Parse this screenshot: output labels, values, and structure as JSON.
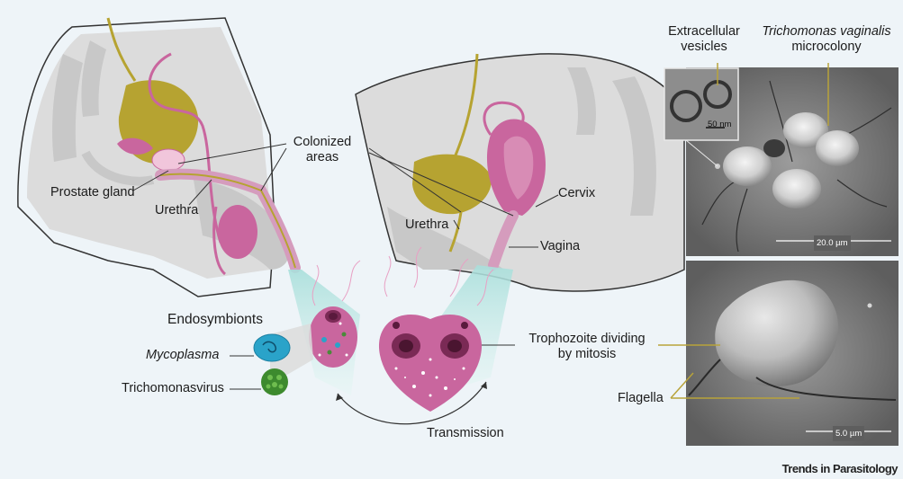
{
  "labels": {
    "colonized_areas": [
      "Colonized",
      "areas"
    ],
    "prostate_gland": "Prostate gland",
    "urethra_male": "Urethra",
    "urethra_female": "Urethra",
    "cervix": "Cervix",
    "vagina": "Vagina",
    "endosymbionts": "Endosymbionts",
    "mycoplasma": "Mycoplasma",
    "trichomonasvirus": "Trichomonasvirus",
    "trophozoite": [
      "Trophozoite dividing",
      "by mitosis"
    ],
    "transmission": "Transmission",
    "extracellular_vesicles": [
      "Extracellular",
      "vesicles"
    ],
    "species_name": "Trichomonas vaginalis",
    "microcolony": "microcolony",
    "flagella": "Flagella"
  },
  "scale_bars": {
    "inset": "50 nm",
    "top_micrograph": "20.0 µm",
    "bottom_micrograph": "5.0 µm"
  },
  "brand": "Trends in Parasitology",
  "colors": {
    "background": "#eef4f8",
    "tissue": "#dcdcdc",
    "tissue_dark": "#c8c8c8",
    "organ_pink": "#c9669e",
    "organ_olive": "#b6a331",
    "cyan_glow": "#bfe6e4",
    "leader_line": "#b8a33a"
  }
}
